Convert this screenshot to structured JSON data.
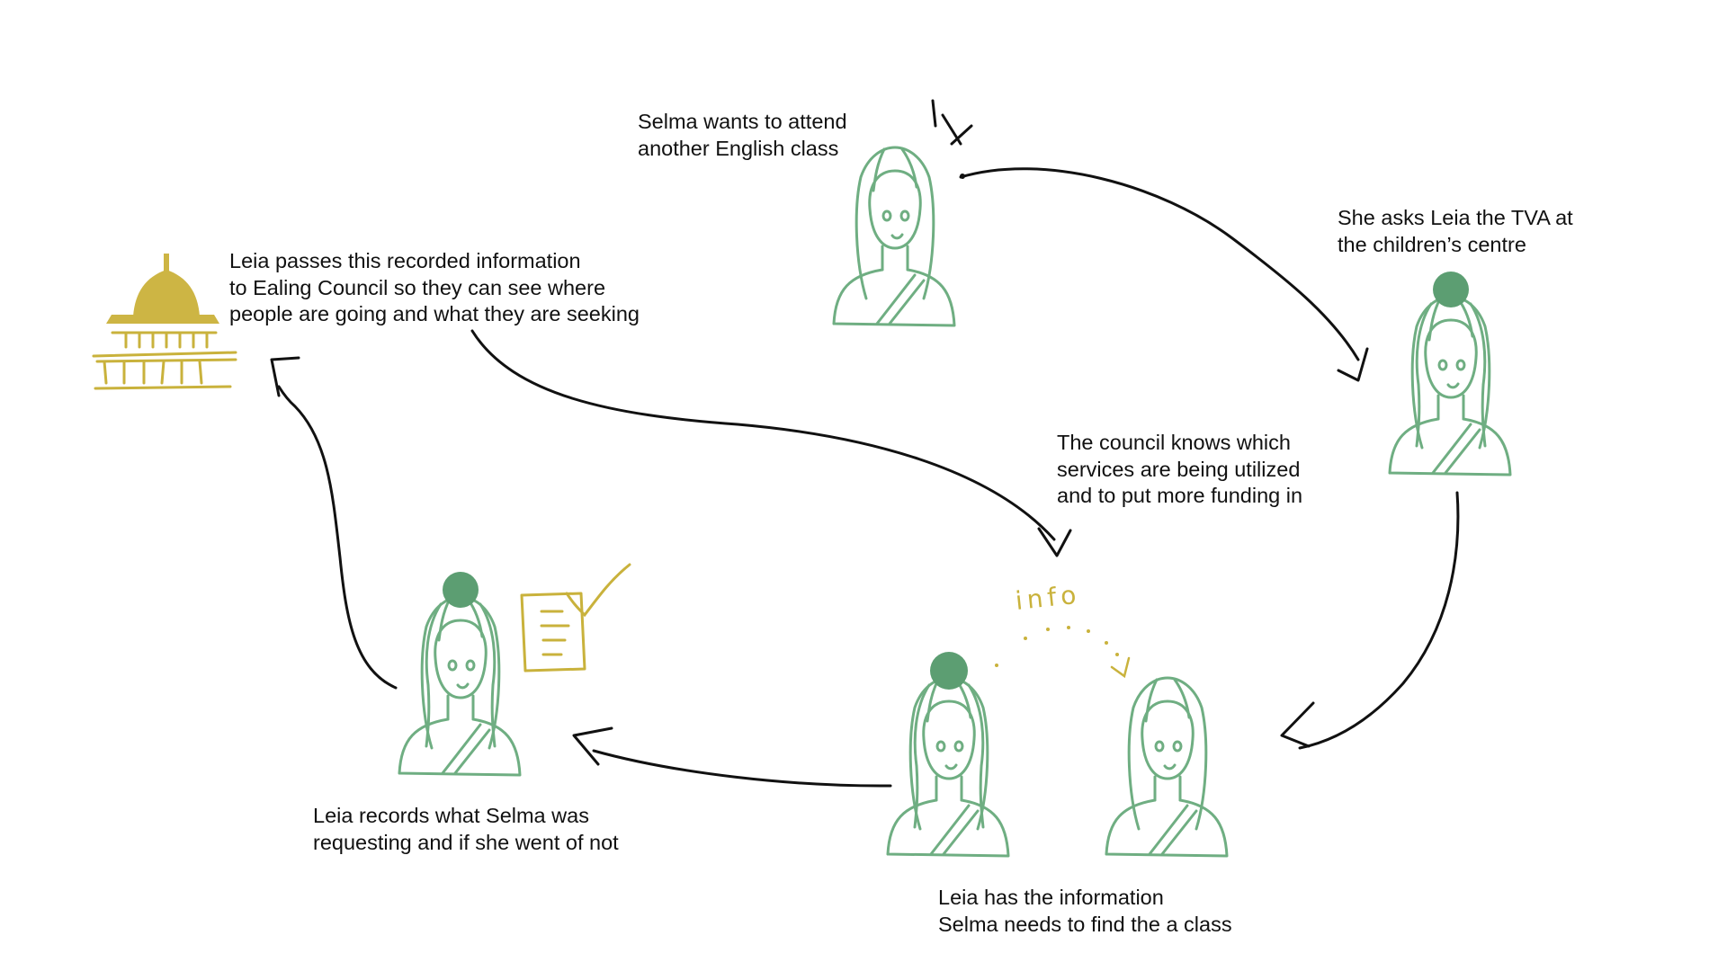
{
  "colors": {
    "person_stroke": "#6fae82",
    "person_bun": "#5c9e72",
    "document_stroke": "#c9b23c",
    "building_fill": "#cdb544",
    "arrow": "#111111",
    "text": "#111111"
  },
  "icons": [
    "person-icon",
    "tva-person-icon",
    "council-building-icon",
    "document-icon",
    "checkmark-icon"
  ],
  "steps": [
    {
      "id": "want",
      "lines": [
        "Selma wants to attend",
        "another English class"
      ]
    },
    {
      "id": "ask",
      "lines": [
        "She asks Leia the TVA at",
        "the children’s centre"
      ]
    },
    {
      "id": "find",
      "lines": [
        "Leia has the information",
        "Selma needs to find the a class"
      ]
    },
    {
      "id": "record",
      "lines": [
        "Leia records what Selma was",
        "requesting and if she went of not"
      ]
    },
    {
      "id": "pass",
      "lines": [
        "Leia passes this recorded information",
        "to Ealing Council so they can see where",
        "people are going and what they are seeking"
      ]
    },
    {
      "id": "council",
      "lines": [
        "The council knows which",
        "services are being utilized",
        "and to put more funding in"
      ]
    }
  ],
  "info_label": "info"
}
